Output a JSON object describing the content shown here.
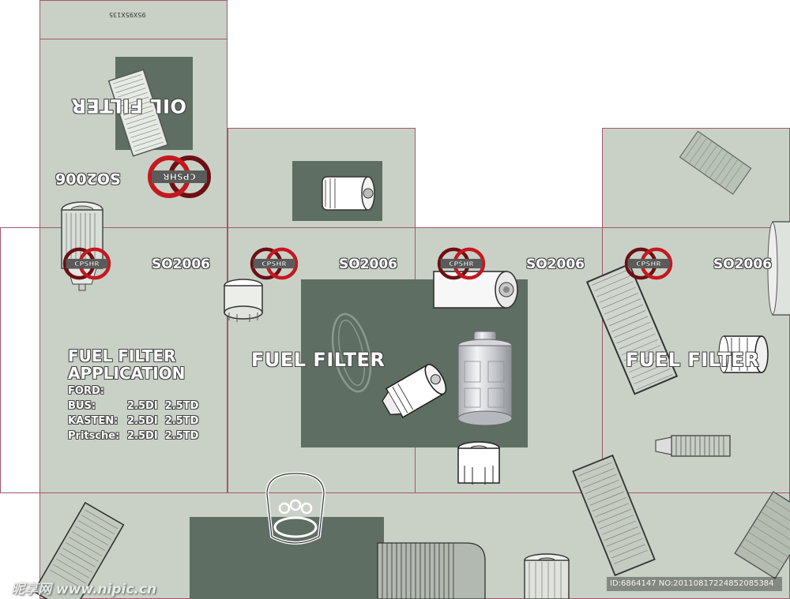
{
  "box": {
    "code": "SO2006",
    "brand": "CPSHR",
    "dimensions": "95X95X135",
    "oil_label": "OIL FILTER",
    "fuel_label": "FUEL FILTER",
    "application": {
      "heading_line1": "FUEL FILTER",
      "heading_line2": "APPLICATION",
      "make": "FORD:",
      "rows": [
        {
          "model": "BUS:",
          "engines": "2.5DI  2.5TD"
        },
        {
          "model": "KASTEN:",
          "engines": "2.5DI  2.5TD"
        },
        {
          "model": "Pritsche:",
          "engines": "2.5DI  2.5TD"
        }
      ]
    }
  },
  "watermark": {
    "site": "昵享网 www.nipic.cn",
    "id_text": "ID:6864147 NO:20110817224852085384"
  },
  "colors": {
    "panel": "#c9d1c6",
    "dark_block": "#5e6e62",
    "crease": "#a2566e",
    "logo_ring": "#b3121c"
  }
}
